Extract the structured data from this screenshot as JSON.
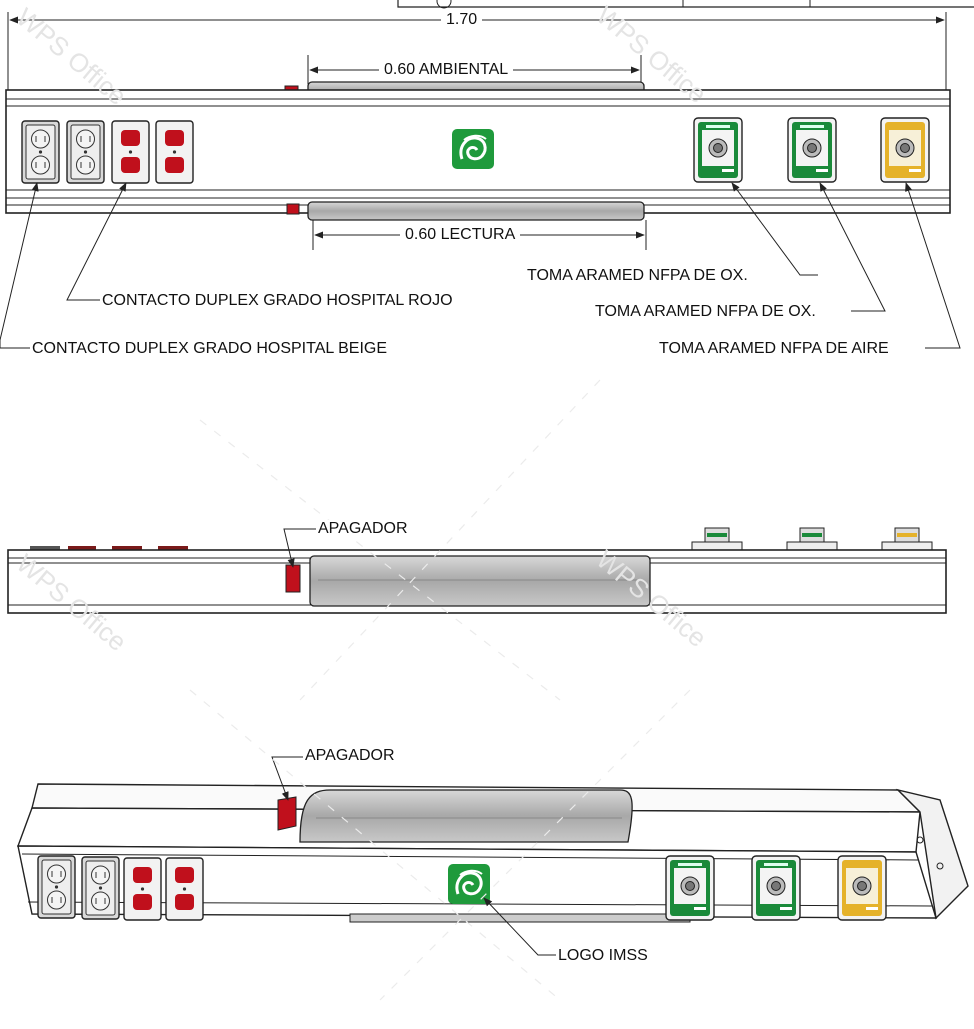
{
  "dimensions": {
    "total_width": "1.70",
    "ambient_light": "0.60 AMBIENTAL",
    "reading_light": "0.60 LECTURA"
  },
  "callouts": {
    "oxygen_outlet_1": "TOMA ARAMED NFPA DE OX.",
    "oxygen_outlet_2": "TOMA ARAMED NFPA DE OX.",
    "air_outlet": "TOMA ARAMED NFPA DE AIRE",
    "red_receptacle": "CONTACTO DUPLEX GRADO HOSPITAL ROJO",
    "beige_receptacle": "CONTACTO DUPLEX GRADO HOSPITAL BEIGE",
    "switch_side_view": "APAGADOR",
    "switch_iso_view": "APAGADOR",
    "logo": "LOGO IMSS"
  },
  "watermark": "WPS Office",
  "colors": {
    "line": "#222222",
    "panel_face": "#f7f7f7",
    "light_diffuser": "#b3b3b3",
    "receptacle_beige": "#e8e8e8",
    "receptacle_red": "#c0101c",
    "oxygen_green": "#1a8a3a",
    "air_yellow": "#e5b22a",
    "logo_green": "#1f9a3c"
  }
}
